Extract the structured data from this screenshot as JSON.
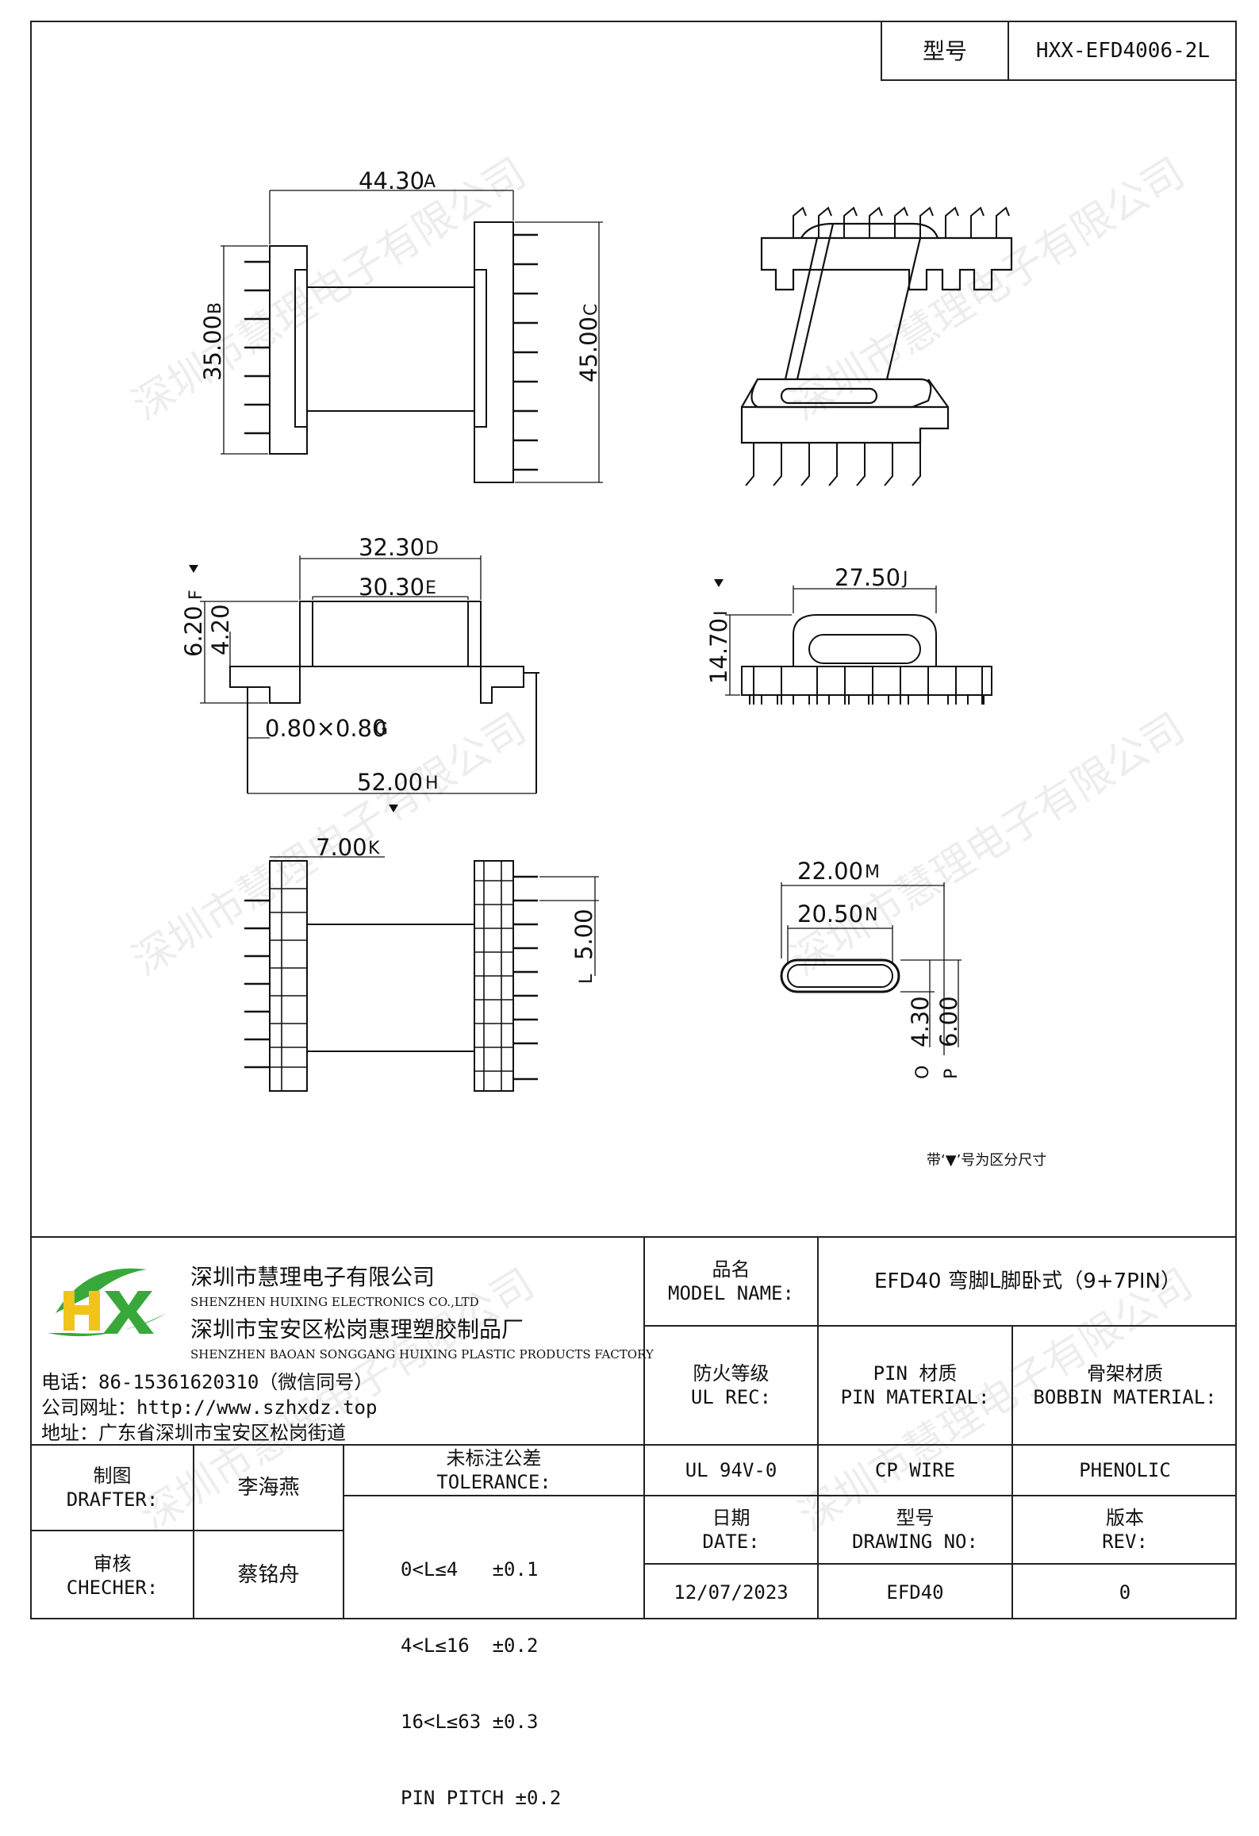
{
  "header": {
    "model_label": "型号",
    "model_value": "HXX-EFD4006-2L"
  },
  "dimensions": {
    "A": {
      "value": "44.30",
      "mark": "A"
    },
    "B": {
      "value": "35.00",
      "mark": "B"
    },
    "C": {
      "value": "45.00",
      "mark": "C"
    },
    "D": {
      "value": "32.30",
      "mark": "D"
    },
    "E": {
      "value": "30.30",
      "mark": "E"
    },
    "F": {
      "value": "6.20",
      "mark": "F"
    },
    "F2": {
      "value": "4.20"
    },
    "G": {
      "value": "0.80×0.80",
      "mark": "G"
    },
    "H": {
      "value": "52.00",
      "mark": "H"
    },
    "I": {
      "value": "14.70",
      "mark": "I"
    },
    "J": {
      "value": "27.50",
      "mark": "J"
    },
    "K": {
      "value": "7.00",
      "mark": "K"
    },
    "L": {
      "value": "5.00",
      "mark": "L"
    },
    "M": {
      "value": "22.00",
      "mark": "M"
    },
    "N": {
      "value": "20.50",
      "mark": "N"
    },
    "O": {
      "value": "4.30",
      "mark": "O"
    },
    "P": {
      "value": "6.00",
      "mark": "P"
    }
  },
  "note": "带‘▼’号为区分尺寸",
  "watermark": "深圳市慧理电子有限公司",
  "company": {
    "logo_text": "HX",
    "name_cn": "深圳市慧理电子有限公司",
    "name_en": "SHENZHEN HUIXING ELECTRONICS CO.,LTD",
    "factory_cn": "深圳市宝安区松岗惠理塑胶制品厂",
    "factory_en": "SHENZHEN BAOAN SONGGANG HUIXING PLASTIC PRODUCTS FACTORY",
    "phone": "电话：86-15361620310（微信同号）",
    "website": "公司网址：http://www.szhxdz.top",
    "address": "地址：广东省深圳市宝安区松岗街道"
  },
  "title_block": {
    "model_name_cn": "品名",
    "model_name_en": "MODEL NAME:",
    "model_name_value": "EFD40 弯脚L脚卧式（9+7PIN）",
    "ul_rec_cn": "防火等级",
    "ul_rec_en": "UL REC:",
    "pin_material_cn": "PIN 材质",
    "pin_material_en": "PIN MATERIAL:",
    "bobbin_material_cn": "骨架材质",
    "bobbin_material_en": "BOBBIN MATERIAL:",
    "ul_value": "UL 94V-0",
    "pin_value": "CP WIRE",
    "bobbin_value": "PHENOLIC",
    "drafter_cn": "制图",
    "drafter_en": "DRAFTER:",
    "drafter_name": "李海燕",
    "checker_cn": "审核",
    "checker_en": "CHECHER:",
    "checker_name": "蔡铭舟",
    "tolerance_cn": "未标注公差",
    "tolerance_en": "TOLERANCE:",
    "tolerance_rows": [
      "0<L≤4   ±0.1",
      "4<L≤16  ±0.2",
      "16<L≤63 ±0.3",
      "PIN PITCH ±0.2"
    ],
    "date_cn": "日期",
    "date_en": "DATE:",
    "drawing_no_cn": "型号",
    "drawing_no_en": "DRAWING NO:",
    "rev_cn": "版本",
    "rev_en": "REV:",
    "date_value": "12/07/2023",
    "drawing_no_value": "EFD40",
    "rev_value": "0"
  }
}
